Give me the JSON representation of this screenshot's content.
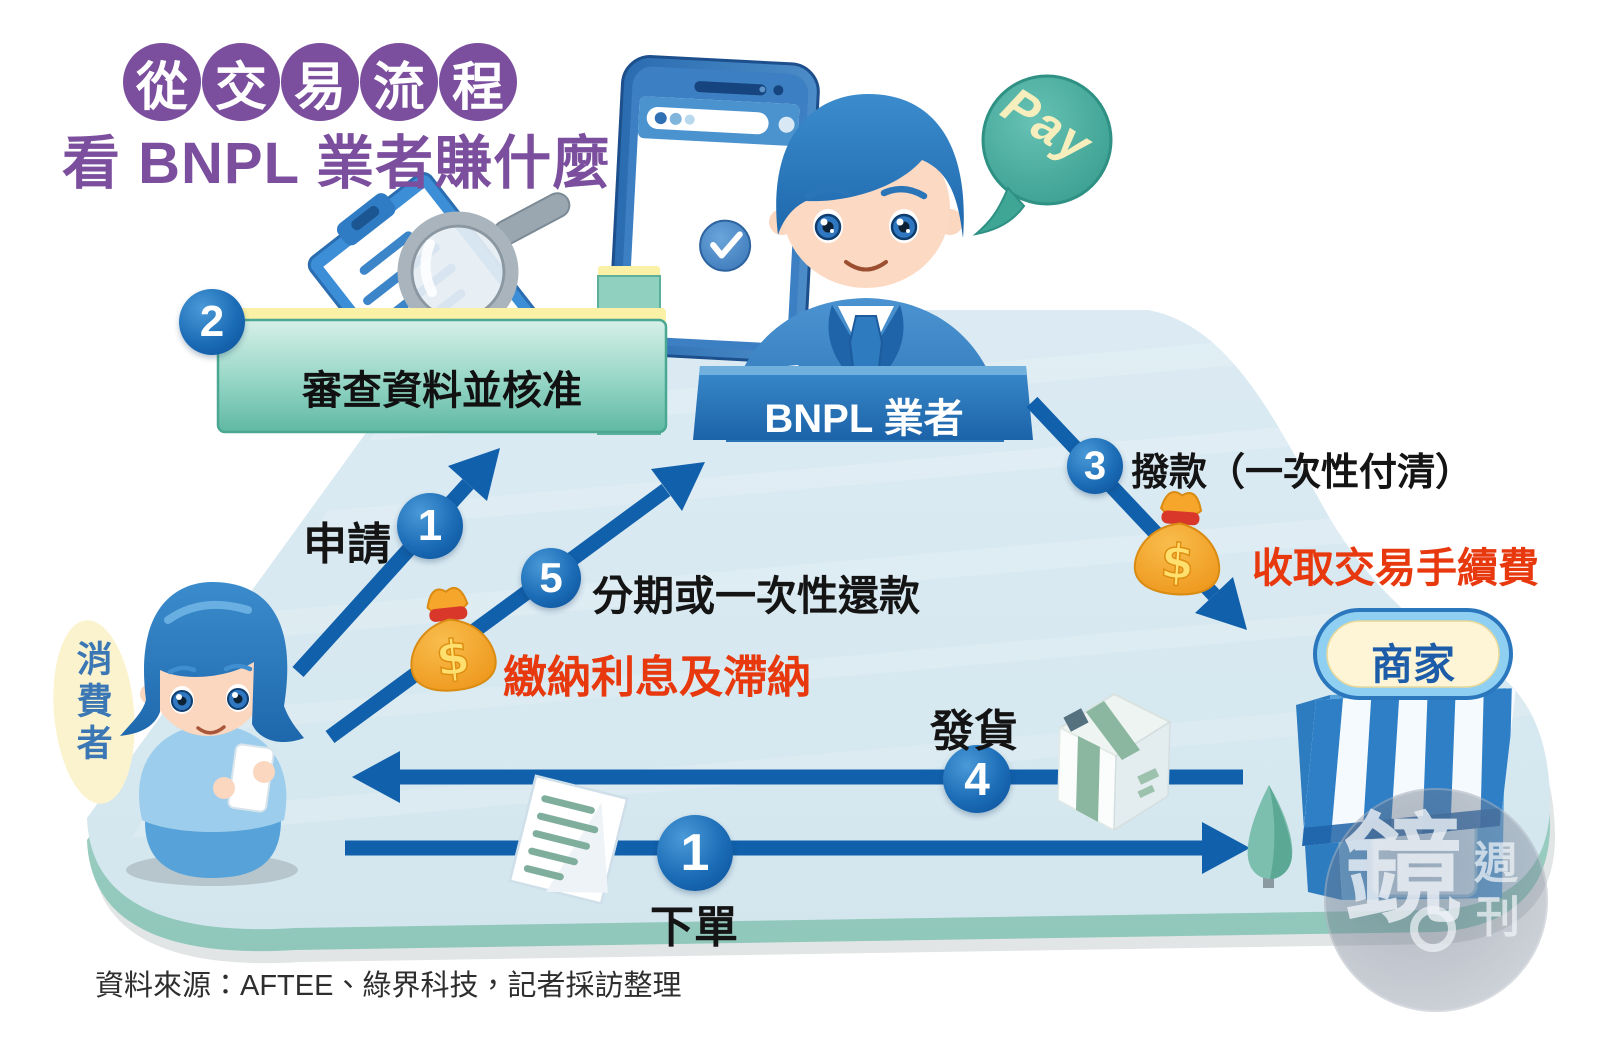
{
  "title": {
    "badges": [
      "從",
      "交",
      "易",
      "流",
      "程"
    ],
    "line2": "看 BNPL 業者賺什麼"
  },
  "actors": {
    "consumer": "消費者",
    "provider": "BNPL 業者",
    "merchant": "商家",
    "pay_bubble": "Pay"
  },
  "steps": {
    "order": {
      "num": "1",
      "label": "下單"
    },
    "apply": {
      "num": "1",
      "label": "申請"
    },
    "review": {
      "num": "2",
      "label": "審查資料並核准"
    },
    "disburse": {
      "num": "3",
      "label": "撥款（一次性付清）",
      "fee": "收取交易手續費"
    },
    "ship": {
      "num": "4",
      "label": "發貨"
    },
    "repay": {
      "num": "5",
      "label": "分期或一次性還款",
      "fee": "繳納利息及滯納"
    }
  },
  "icons": {
    "dollar": "$"
  },
  "source": "資料來源：AFTEE、綠界科技，記者採訪整理",
  "watermark": {
    "main": "鏡",
    "sub1": "週",
    "sub2": "刊"
  },
  "colors": {
    "title_purple": "#7b4f9e",
    "arrow_blue": "#1160ab",
    "fee_red": "#e8380d",
    "plane_blue": "#d9e9f1",
    "table_edge_mint": "#a9d6cb",
    "folder_teal": "#8fd2c2",
    "bubble_teal": "#4fb5a8",
    "bag_orange": "#f5a62a",
    "sign_cream": "#fdf5d6"
  }
}
